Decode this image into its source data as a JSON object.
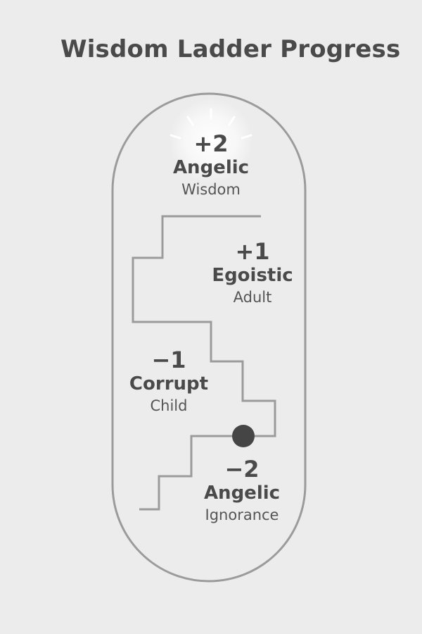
{
  "title": "Wisdom Ladder Progress",
  "levels": [
    {
      "score": "+2",
      "name": "Angelic",
      "subtitle": "Wisdom"
    },
    {
      "score": "+1",
      "name": "Egoistic",
      "subtitle": "Adult"
    },
    {
      "score": "−1",
      "name": "Corrupt",
      "subtitle": "Child"
    },
    {
      "score": "−2",
      "name": "Angelic",
      "subtitle": "Ignorance"
    }
  ],
  "current_position": "−2",
  "colors": {
    "background": "#ececec",
    "outline": "#9b9b9b",
    "text": "#4a4a4a",
    "marker": "#454545"
  }
}
